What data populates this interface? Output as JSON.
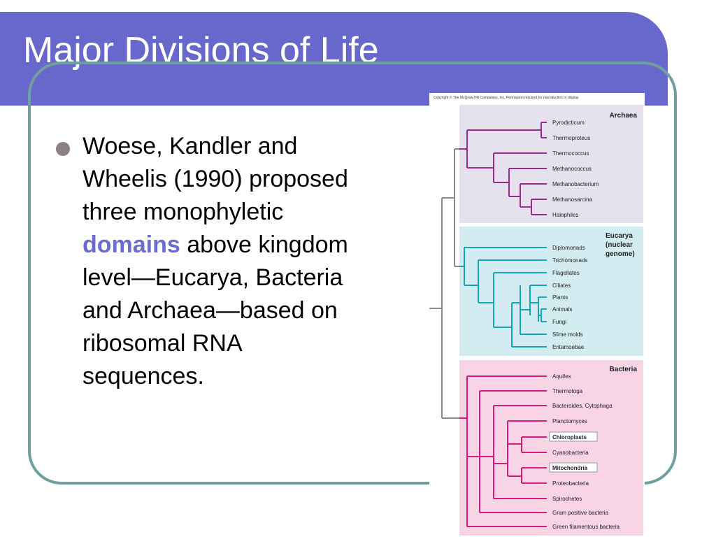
{
  "slide": {
    "title": "Major Divisions of Life",
    "bullet": {
      "before": "Woese, Kandler and Wheelis (1990) proposed three monophyletic ",
      "highlight": "domains",
      "after": " above kingdom level—Eucarya, Bacteria and Archaea—based on ribosomal RNA sequences."
    }
  },
  "figure": {
    "copyright": "Copyright © The McGraw-Hill Companies, Inc. Permission required for reproduction or display",
    "domains": [
      {
        "title": "Archaea",
        "color": "#9b2a8f",
        "background": "#e6e1ee",
        "taxa": [
          "Pyrodicticum",
          "Thermoproteus",
          "Thermococcus",
          "Methanococcus",
          "Methanobacterium",
          "Methanosarcina",
          "Halophiles"
        ]
      },
      {
        "title_lines": [
          "Eucarya",
          "(nuclear",
          "genome)"
        ],
        "color": "#13a7b4",
        "background": "#d2ecf1",
        "taxa": [
          "Diplomonads",
          "Trichomonads",
          "Flagellates",
          "Ciliates",
          "Plants",
          "Animals",
          "Fungi",
          "Slime molds",
          "Entamoebae"
        ]
      },
      {
        "title": "Bacteria",
        "color": "#d81a7e",
        "background": "#f8d4e4",
        "taxa": [
          "Aquifex",
          "Thermotoga",
          "Bacteroides, Cytophaga",
          "Planctomyces",
          "Chloroplasts",
          "Cyanobacteria",
          "Mitochondria",
          "Proteobacteria",
          "Spirochetes",
          "Gram positive bacteria",
          "Green filamentous bacteria"
        ],
        "boxed_taxa": [
          "Chloroplasts",
          "Mitochondria"
        ]
      }
    ],
    "root_color": "#8a8a8a"
  }
}
